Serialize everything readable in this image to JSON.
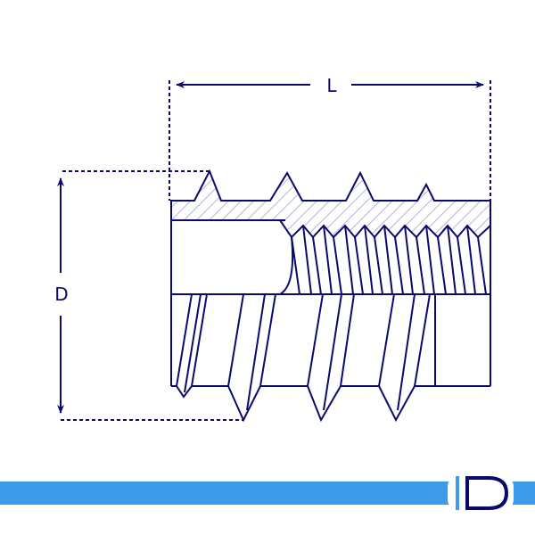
{
  "dimensions": {
    "length_label": "L",
    "diameter_label": "D"
  },
  "colors": {
    "outline": "#0a0a6e",
    "hatch": "#b4b4d8",
    "bar": "#3d9be9",
    "logo": "#0a0a6e"
  },
  "logo": {
    "text": "ID"
  }
}
